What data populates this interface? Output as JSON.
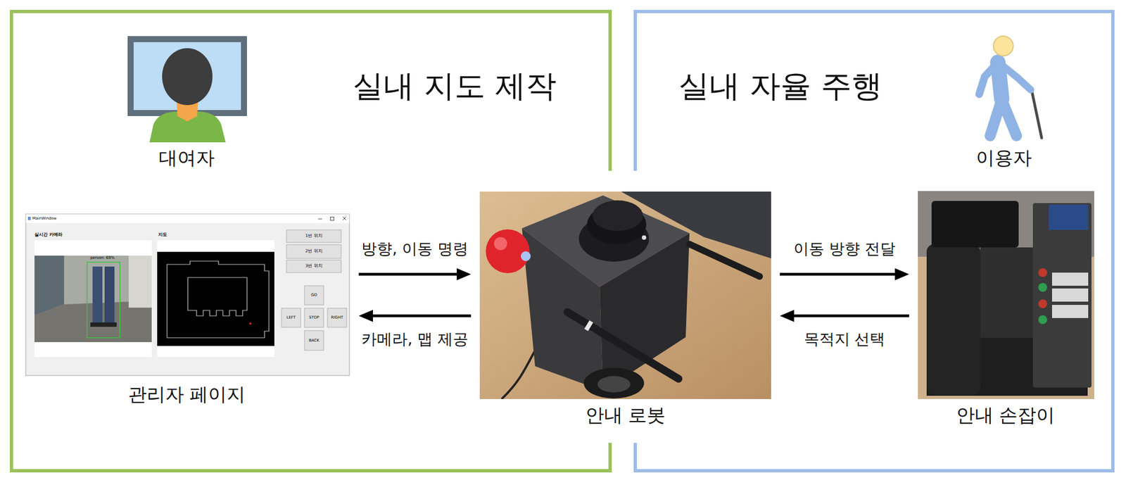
{
  "diagram": {
    "nodes": [
      {
        "text": [
          "실내 지도 제작"
        ]
      },
      {
        "text": [
          "대여자"
        ],
        "in": 0
      },
      {
        "text": [
          "관리자 페이지"
        ],
        "in": 0
      },
      {
        "text": [
          "실내 자율 주행"
        ]
      },
      {
        "text": [
          "이용자"
        ],
        "in": 3
      },
      {
        "text": [
          "안내 손잡이"
        ],
        "in": 3
      },
      {
        "text": [
          "안내 로봇"
        ]
      }
    ],
    "edges": [
      {
        "from": 2,
        "to": 6,
        "arrow": "to",
        "label": "방향, 이동 명령"
      },
      {
        "from": 6,
        "to": 2,
        "arrow": "to",
        "label": "카메라, 맵 제공"
      },
      {
        "from": 6,
        "to": 5,
        "arrow": "to",
        "label": "이동 방향 전달"
      },
      {
        "from": 5,
        "to": 6,
        "arrow": "to",
        "label": "목적지 선택"
      }
    ],
    "labels": [
      "MainWindow",
      "실시간 카메라",
      "지도",
      "person: 69%",
      "1번 위치",
      "2번 위치",
      "3번 위치",
      "GO",
      "LEFT",
      "STOP",
      "RIGHT",
      "BACK"
    ]
  }
}
